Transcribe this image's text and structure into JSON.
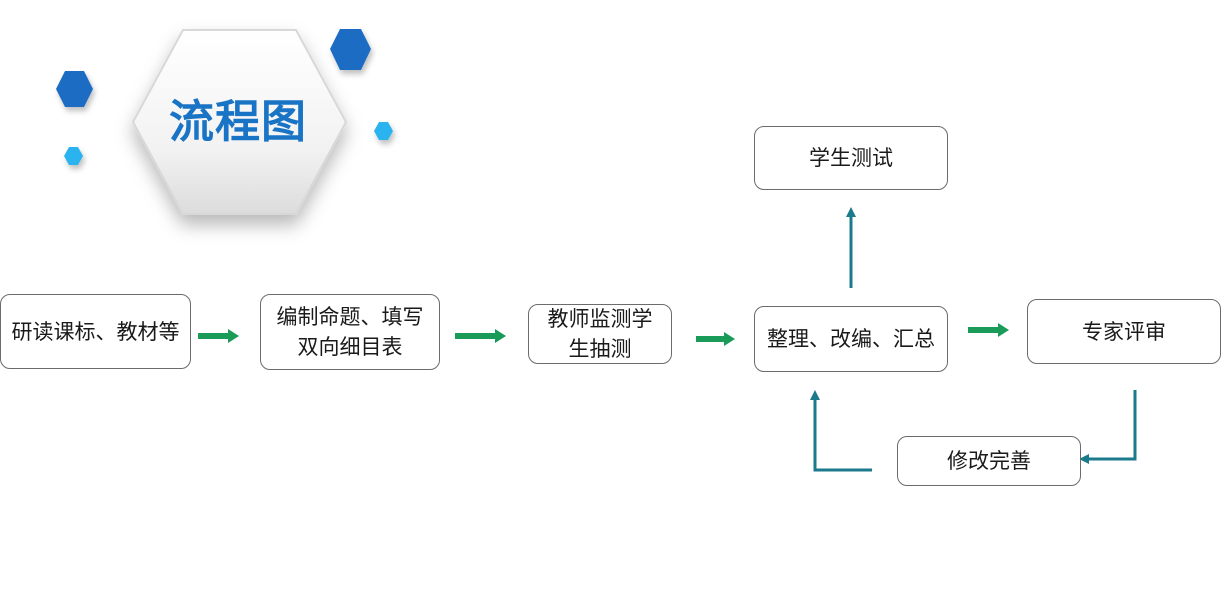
{
  "title": "流程图",
  "nodes": {
    "study": "研读课标、教材等",
    "compile": "编制命题、填写双向细目表",
    "monitor": "教师监测学生抽测",
    "organize": "整理、改编、汇总",
    "test": "学生测试",
    "review": "专家评审",
    "revise": "修改完善"
  },
  "colors": {
    "title": "#1a74c6",
    "hex_dark": "#1a6cc4",
    "hex_light": "#2bb3ef",
    "arrow_green": "#1a9b5a",
    "arrow_teal": "#1b7a8c",
    "box_border": "#6b6b6b"
  }
}
